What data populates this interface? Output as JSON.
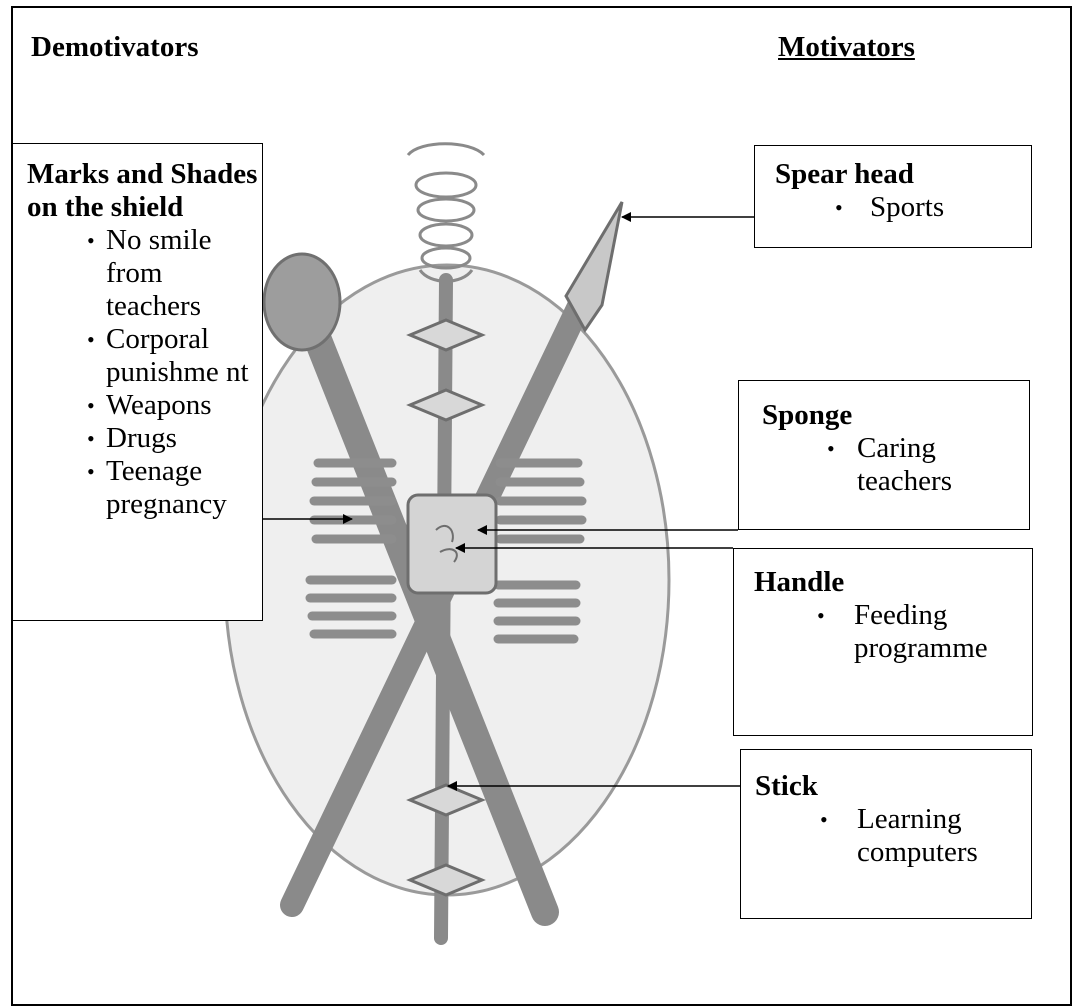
{
  "headings": {
    "demotivators": "Demotivators",
    "motivators": "Motivators"
  },
  "boxes": {
    "marks": {
      "title": "Marks and Shades on the shield",
      "items": [
        "No smile from teachers",
        "Corporal punishme nt",
        "Weapons",
        "Drugs",
        "Teenage pregnancy"
      ]
    },
    "spear_head": {
      "title": "Spear head",
      "items": [
        "Sports"
      ]
    },
    "sponge": {
      "title": "Sponge",
      "items": [
        "Caring teachers"
      ]
    },
    "handle": {
      "title": "Handle",
      "items": [
        "Feeding programme"
      ]
    },
    "stick": {
      "title": "Stick",
      "items": [
        "Learning computers"
      ]
    }
  },
  "bullet_glyph": "•",
  "colors": {
    "pencil": "#9a9a9a",
    "pencil_dark": "#7a7a7a",
    "shield_fill": "#ececec",
    "border": "#000000"
  }
}
